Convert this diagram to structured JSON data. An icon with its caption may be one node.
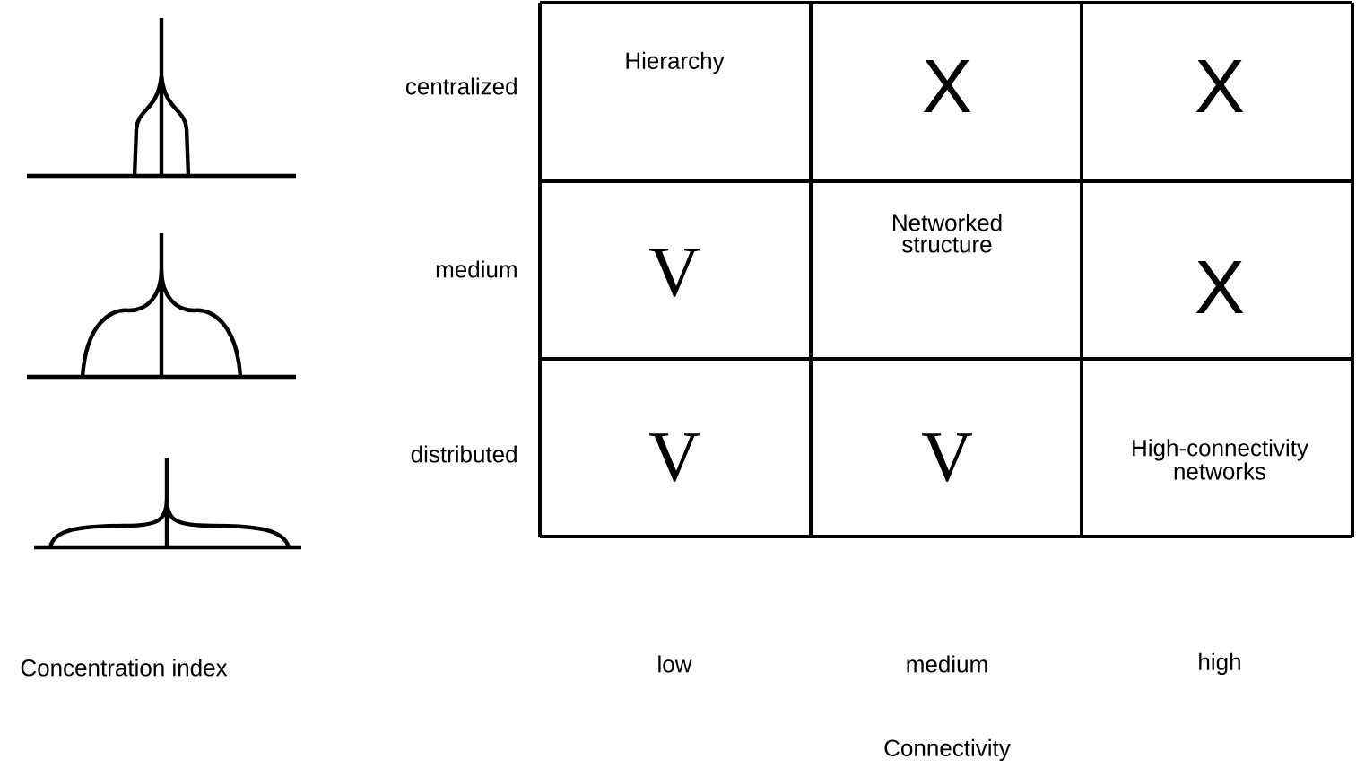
{
  "diagram": {
    "labels": [
      "centralized",
      "Hierarchy",
      "X",
      "X",
      "medium",
      "V",
      "Networked structure",
      "X",
      "distributed",
      "V",
      "V",
      "High-connectivity networks",
      "Concentration index",
      "low",
      "medium",
      "high",
      "Connectivity"
    ]
  }
}
